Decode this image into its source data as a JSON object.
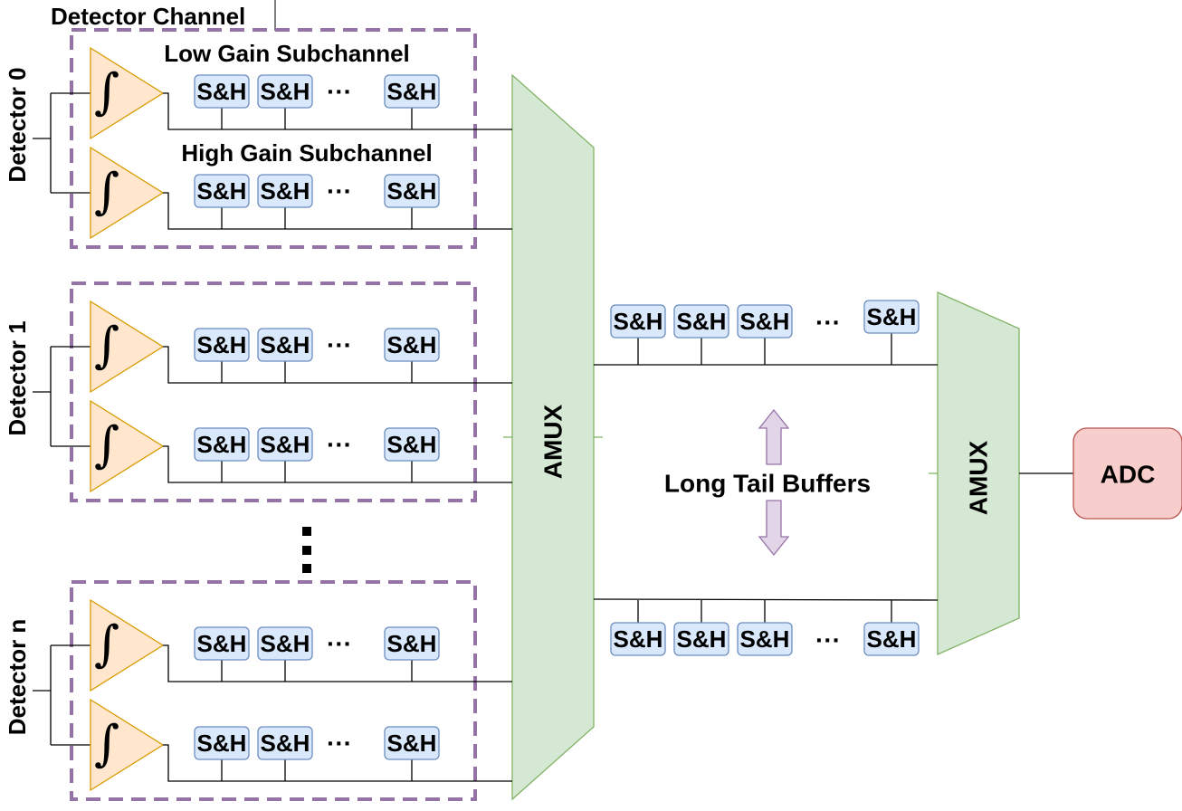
{
  "title": "Detector Channel",
  "subchannels": {
    "low_gain": "Low Gain Subchannel",
    "high_gain": "High Gain Subchannel"
  },
  "detectors": [
    "Detector 0",
    "Detector 1",
    "Detector n"
  ],
  "sh_label": "S&H",
  "ellipsis": "···",
  "vertical_ellipsis": "⋮",
  "integrator_symbol": "∫",
  "mux_label": "AMUX",
  "buffers_label": "Long Tail Buffers",
  "adc_label": "ADC",
  "colors": {
    "sh_fill": "#dae8fc",
    "sh_stroke": "#6c8ebf",
    "amp_fill": "#ffe6cc",
    "amp_stroke": "#d79b00",
    "mux_fill": "#d5e8d4",
    "mux_stroke": "#82b366",
    "group_stroke": "#9673a6",
    "adc_fill": "#f8cecc",
    "adc_stroke": "#b85450",
    "arrow_fill": "#e1d5e7"
  }
}
